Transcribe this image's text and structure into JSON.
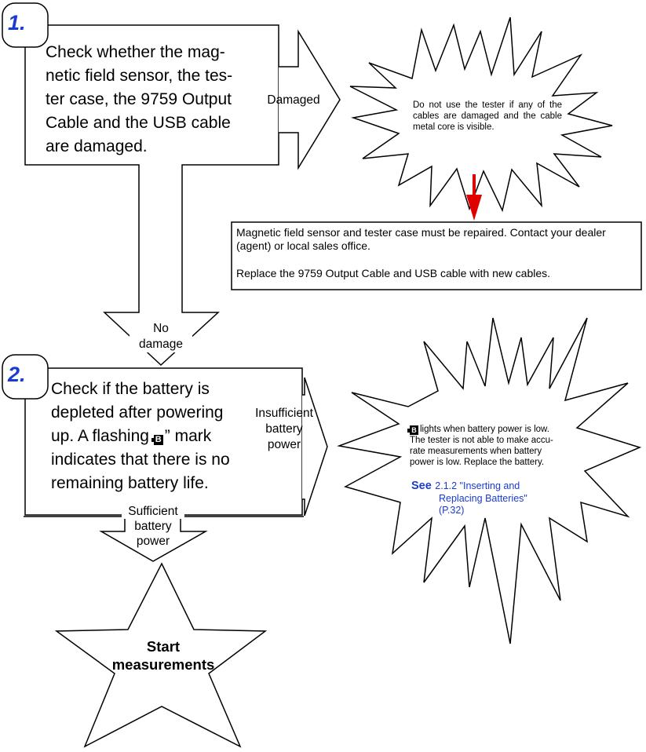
{
  "step1": {
    "number": "1.",
    "text": "Check whether the mag-netic field sensor, the tes-ter case, the 9759 Output Cable and the USB cable are damaged.",
    "lines": [
      "Check whether the mag-",
      "netic field sensor, the tes-",
      "ter case, the 9759 Output",
      "Cable and the USB cable",
      "are damaged."
    ]
  },
  "branch_damaged": {
    "label": "Damaged",
    "burst_text": "Do not use the tester if any of the cables are damaged and the cable metal core is visible."
  },
  "repair_box": {
    "line1": "Magnetic field sensor and tester case must be repaired. Contact your dealer (agent) or local sales office.",
    "line2": "Replace the 9759 Output Cable and USB cable with new cables."
  },
  "branch_no_damage": {
    "label_line1": "No",
    "label_line2": "damage"
  },
  "step2": {
    "number": "2.",
    "line1": "Check if the battery is",
    "line2": "depleted after powering",
    "line3_prefix": "up. A flashing",
    "line3_suffix": "” mark",
    "line4": "indicates that there is no",
    "line5": "remaining battery life.",
    "battery_mark": "B"
  },
  "branch_insufficient": {
    "label_line1": "Insufficient",
    "label_line2": "battery",
    "label_line3": "power",
    "burst_line1": "lights when battery power is low.",
    "burst_line2": "The tester is not able to make accu-",
    "burst_line3": "rate measurements when battery",
    "burst_line4": "power is low. Replace the battery.",
    "see_word": "See",
    "see_ref_line1": "2.1.2 \"Inserting and",
    "see_ref_line2": "Replacing Batteries\"",
    "see_ref_line3": "(P.32)"
  },
  "branch_sufficient": {
    "label_line1": "Sufficient",
    "label_line2": "battery",
    "label_line3": "power"
  },
  "start": {
    "line1": "Start",
    "line2": "measurements"
  },
  "colors": {
    "number_accent": "#1a3bd0",
    "arrow_red": "#e00000",
    "line": "#000000"
  }
}
